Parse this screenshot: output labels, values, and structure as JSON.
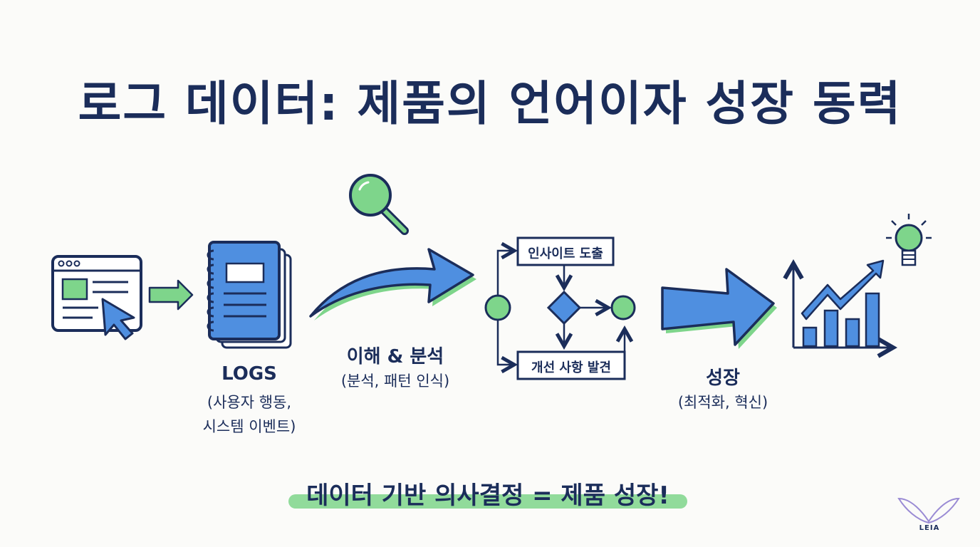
{
  "title": "로그 데이터: 제품의 언어이자 성장 동력",
  "steps": {
    "logs": {
      "title": "LOGS",
      "line1": "(사용자 행동,",
      "line2": "시스템 이벤트)"
    },
    "analysis": {
      "title": "이해 & 분석",
      "subtitle": "(분석, 패턴 인식)"
    },
    "flow": {
      "box_top": "인사이트 도출",
      "box_bottom": "개선 사항 발견"
    },
    "growth": {
      "title": "성장",
      "subtitle": "(최적화, 혁신)"
    }
  },
  "bottom_line": "데이터 기반 의사결정 = 제품 성장!",
  "logo": "LEIA",
  "colors": {
    "navy": "#1b2d5a",
    "blue": "#4f8fe0",
    "green": "#7ed58b",
    "light_blue": "#e3ecfa"
  }
}
